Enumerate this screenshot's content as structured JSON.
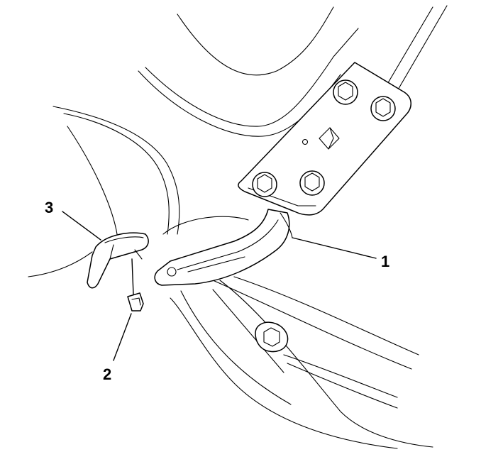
{
  "figure": {
    "callouts": [
      {
        "id": "1",
        "text": "1"
      },
      {
        "id": "2",
        "text": "2"
      },
      {
        "id": "3",
        "text": "3"
      }
    ]
  }
}
